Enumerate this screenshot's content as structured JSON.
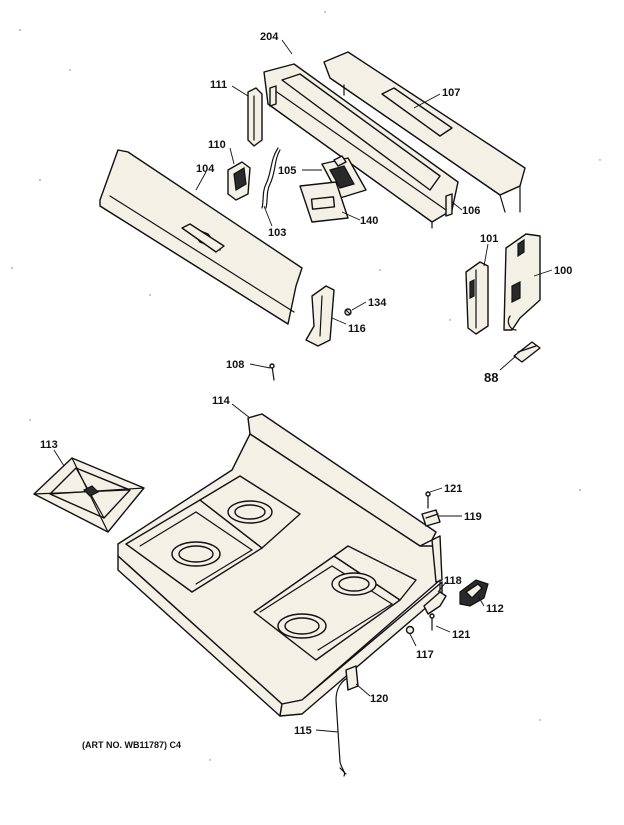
{
  "callouts": {
    "c204": "204",
    "c107": "107",
    "c111": "111",
    "c110": "110",
    "c104": "104",
    "c105": "105",
    "c103": "103",
    "c140": "140",
    "c106": "106",
    "c101": "101",
    "c100": "100",
    "c134": "134",
    "c116": "116",
    "c88": "88",
    "c108": "108",
    "c114": "114",
    "c113": "113",
    "c121a": "121",
    "c119": "119",
    "c118": "118",
    "c112": "112",
    "c121b": "121",
    "c117": "117",
    "c120": "120",
    "c115": "115"
  },
  "art_note": "(ART NO. WB11787) C4"
}
